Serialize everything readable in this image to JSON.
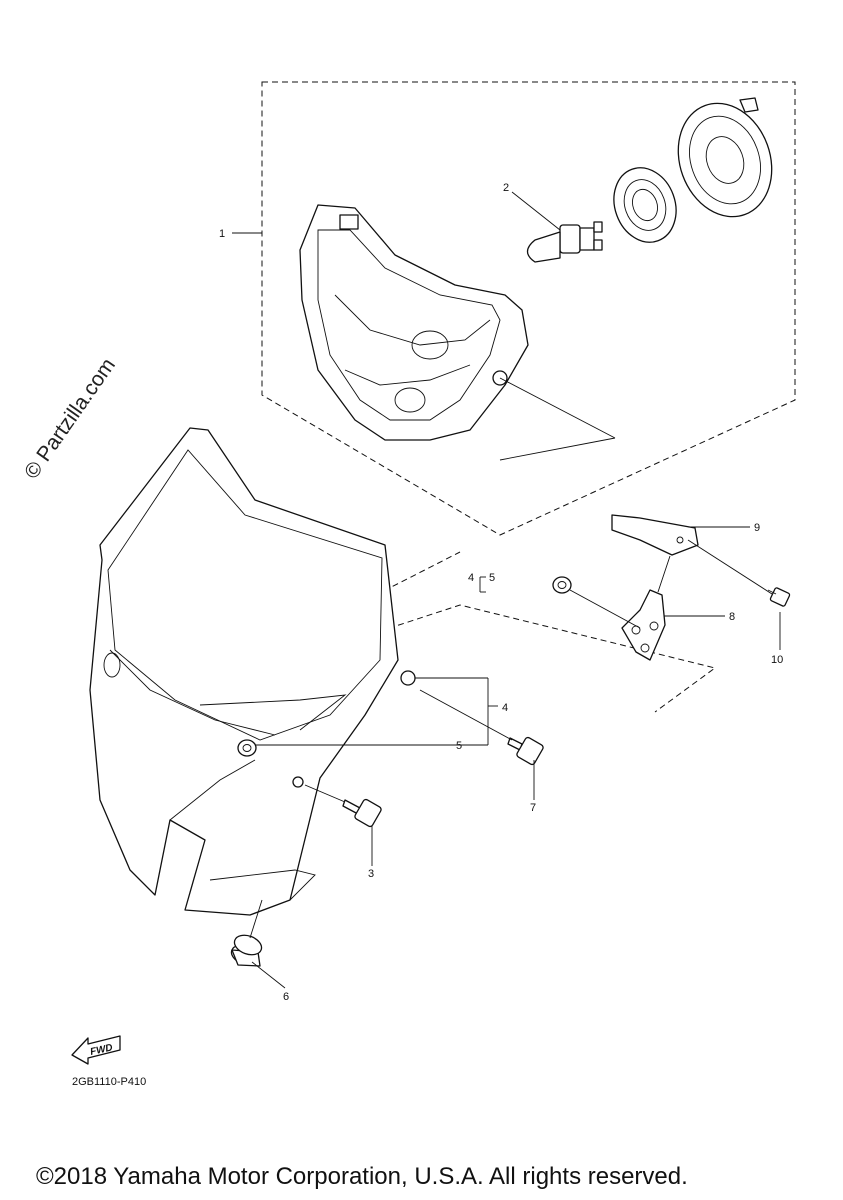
{
  "watermark": "© Partzilla.com",
  "callouts": {
    "p1": "1",
    "p2": "2",
    "p3": "3",
    "p4a": "4",
    "p4b": "4",
    "p5a": "5",
    "p5b": "5",
    "p6": "6",
    "p7": "7",
    "p8": "8",
    "p9": "9",
    "p10": "10"
  },
  "fwd_label": "FWD",
  "diagram_code": "2GB1110-P410",
  "copyright": "©2018 Yamaha Motor Corporation, U.S.A. All rights reserved."
}
